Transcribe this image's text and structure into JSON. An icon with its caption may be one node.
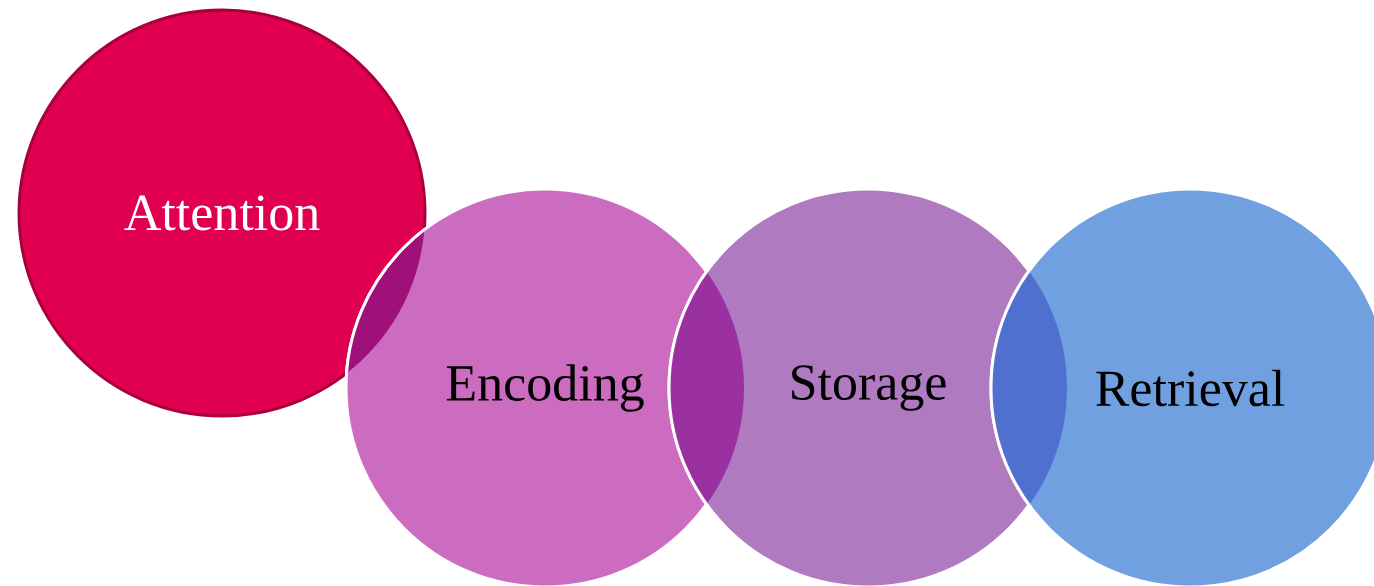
{
  "diagram": {
    "nodes": [
      {
        "text": [
          "Attention"
        ]
      },
      {
        "text": [
          "Encoding"
        ]
      },
      {
        "text": [
          "Storage"
        ]
      },
      {
        "text": [
          "Retrieval"
        ]
      }
    ]
  }
}
